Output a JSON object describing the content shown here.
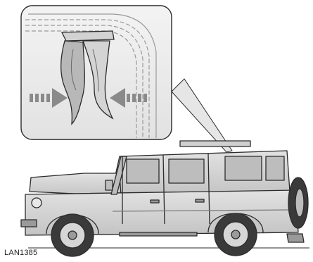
{
  "figure": {
    "reference": "LAN1385"
  },
  "detail_view": {
    "subject": "door-seal-cross-section",
    "arrows": [
      "compression-arrow-left",
      "compression-arrow-right"
    ]
  },
  "vehicle": {
    "subject": "four-door-utility-vehicle-side-view"
  },
  "colors": {
    "ink": "#2b2b2b",
    "body_fill": "#dcdcdc",
    "panel_fill": "#c9c9c9",
    "glass_fill": "#bdbdbd",
    "tyre_fill": "#3a3a3a",
    "inset_bg": "#ececec",
    "arrow_fill": "#8a8a8a"
  }
}
